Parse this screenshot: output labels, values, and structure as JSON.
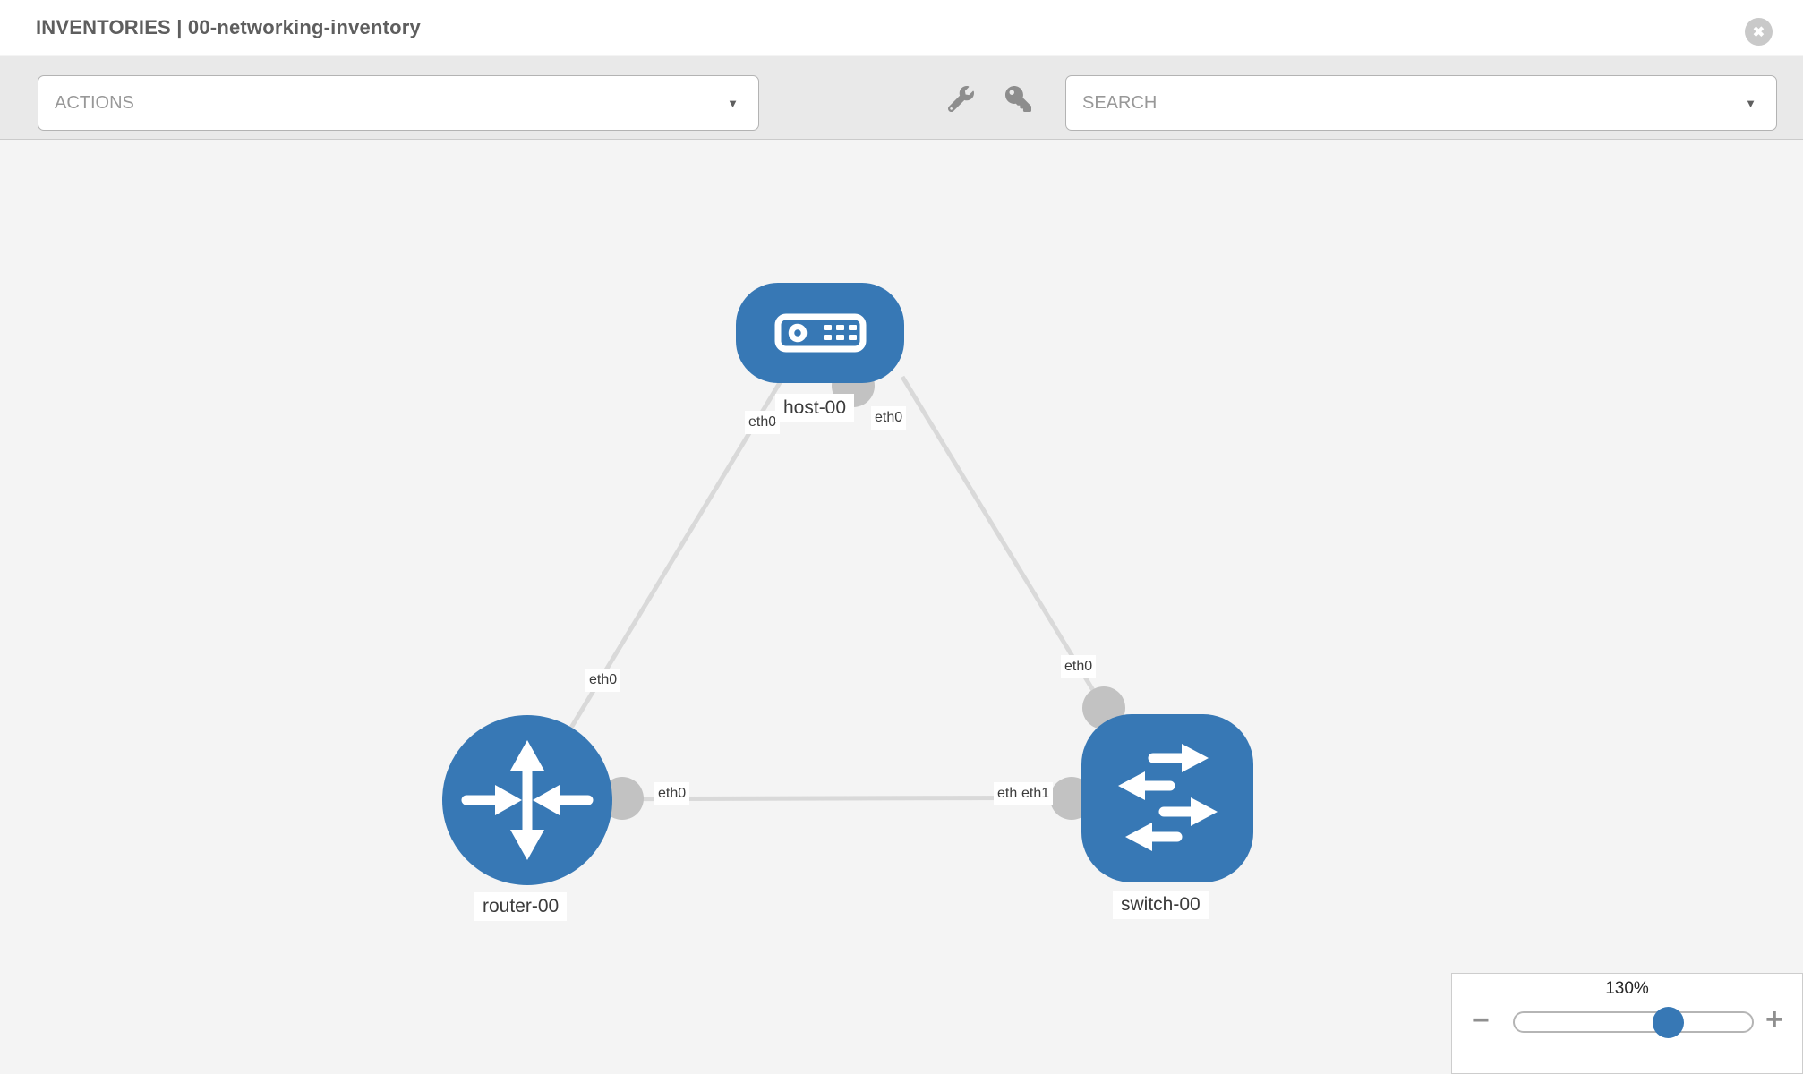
{
  "window": {
    "title": "INVENTORIES | 00-networking-inventory"
  },
  "icons": {
    "close": "✖",
    "chevron_down": "▼",
    "wrench": "wrench-icon",
    "key": "key-icon",
    "minus": "−",
    "plus": "+"
  },
  "toolbar": {
    "actions_value": "ACTIONS",
    "search_value": "SEARCH"
  },
  "diagram": {
    "nodes": [
      {
        "id": "host-00",
        "type": "host",
        "label": "host-00"
      },
      {
        "id": "router-00",
        "type": "router",
        "label": "router-00"
      },
      {
        "id": "switch-00",
        "type": "switch",
        "label": "switch-00"
      }
    ],
    "links": [
      {
        "source": "host-00",
        "source_interface": "eth0",
        "target": "router-00",
        "target_interface": "eth0"
      },
      {
        "source": "host-00",
        "source_interface": "eth0",
        "target": "switch-00",
        "target_interface": "eth0"
      },
      {
        "source": "router-00",
        "source_interface": "eth0",
        "target": "switch-00",
        "target_interface": "eth1"
      }
    ]
  },
  "zoom_control": {
    "level": "130%",
    "percent": 130
  },
  "colors": {
    "node_blue": "#3778b5",
    "link_gray": "#d9d9d9",
    "interface_gray": "#c2c2c2",
    "canvas_bg": "#f4f4f4",
    "toolbar_bg": "#e9e9e9"
  }
}
